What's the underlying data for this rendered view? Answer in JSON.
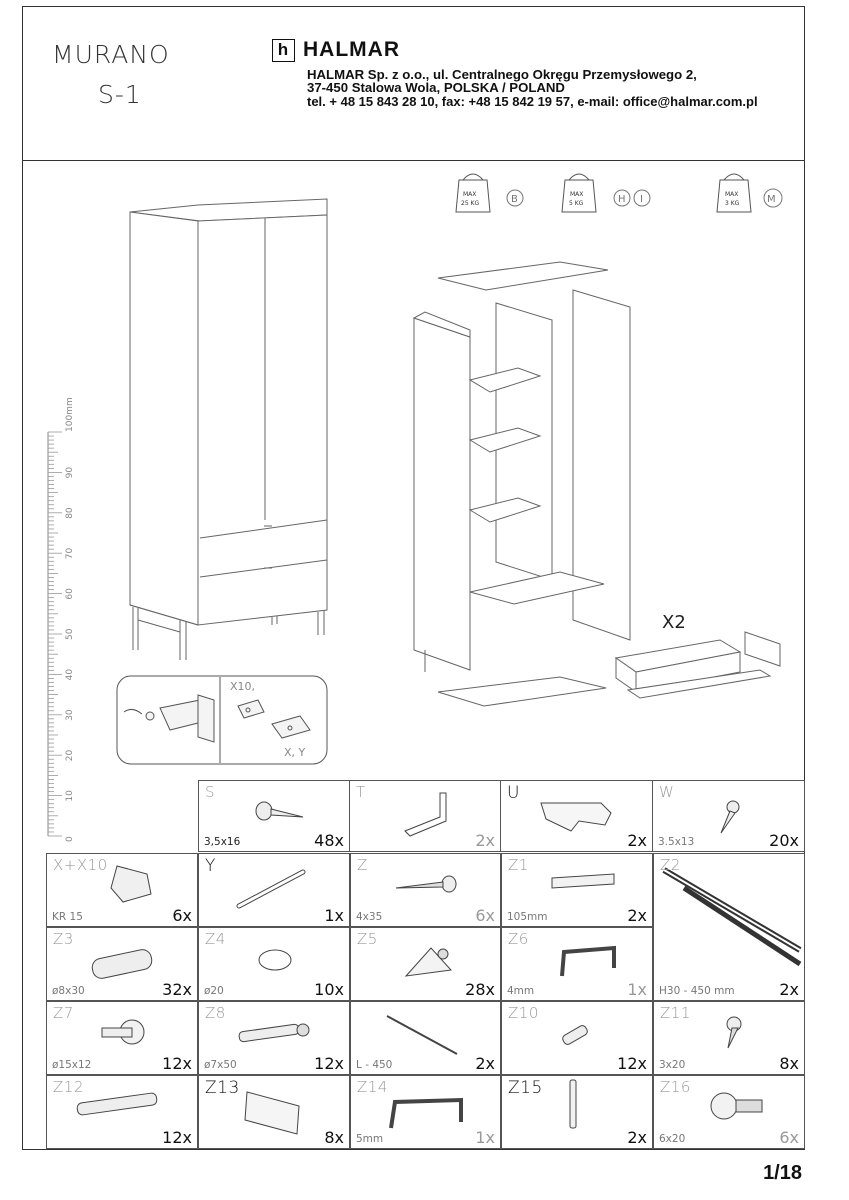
{
  "header": {
    "model_line1": "MURANO",
    "model_line2": "S-1",
    "brand": "HALMAR",
    "logo_glyph": "h",
    "address_lines": [
      "HALMAR Sp. z o.o., ul. Centralnego Okręgu Przemysłowego 2,",
      "37-450 Stalowa Wola, POLSKA  / POLAND",
      "tel. + 48 15 843 28 10, fax: +48 15 842 19 57, e-mail: office@halmar.com.pl"
    ]
  },
  "weights": [
    {
      "max": "MAX",
      "value": "25 KG",
      "letters": [
        "B"
      ]
    },
    {
      "max": "MAX",
      "value": "5 KG",
      "letters": [
        "H",
        "I"
      ]
    },
    {
      "max": "MAX",
      "value": "3 KG",
      "letters": [
        "M"
      ]
    }
  ],
  "ruler": {
    "top_label": "100mm",
    "labels": [
      "90",
      "80",
      "70",
      "60",
      "50",
      "40",
      "30",
      "20",
      "10",
      "0"
    ]
  },
  "callout": {
    "count": "X10,",
    "parts": "X, Y"
  },
  "drawer_multiplier": "X2",
  "parts_row1": [
    {
      "code": "S",
      "dim": "3,5x16",
      "qty": "48x"
    },
    {
      "code": "T",
      "dim": "",
      "qty": "2x"
    },
    {
      "code": "U",
      "dim": "",
      "qty": "2x"
    },
    {
      "code": "W",
      "dim": "3.5x13",
      "qty": "20x"
    }
  ],
  "parts": [
    {
      "code": "X+X10",
      "dim": "KR  15",
      "qty": "6x"
    },
    {
      "code": "Y",
      "dim": "",
      "qty": "1x"
    },
    {
      "code": "Z",
      "dim": "4x35",
      "qty": "6x"
    },
    {
      "code": "Z1",
      "dim": "105mm",
      "qty": "2x"
    },
    {
      "code": "Z2",
      "dim": "H30 - 450 mm",
      "qty": "2x"
    },
    {
      "code": "Z3",
      "dim": "ø8x30",
      "qty": "32x"
    },
    {
      "code": "Z4",
      "dim": "ø20",
      "qty": "10x"
    },
    {
      "code": "Z5",
      "dim": "",
      "qty": "28x"
    },
    {
      "code": "Z6",
      "dim": "4mm",
      "qty": "1x"
    },
    {
      "code": "Z7",
      "dim": "ø15x12",
      "qty": "12x"
    },
    {
      "code": "Z8",
      "dim": "ø7x50",
      "qty": "12x"
    },
    {
      "code": "",
      "dim": "L - 450",
      "qty": "2x"
    },
    {
      "code": "Z10",
      "dim": "",
      "qty": "12x"
    },
    {
      "code": "Z11",
      "dim": "3x20",
      "qty": "8x"
    },
    {
      "code": "Z12",
      "dim": "",
      "qty": "12x"
    },
    {
      "code": "Z13",
      "dim": "",
      "qty": "8x"
    },
    {
      "code": "Z14",
      "dim": "5mm",
      "qty": "1x"
    },
    {
      "code": "Z15",
      "dim": "",
      "qty": "2x"
    },
    {
      "code": "Z16",
      "dim": "6x20",
      "qty": "6x"
    }
  ],
  "footer": {
    "page": "1/18"
  }
}
